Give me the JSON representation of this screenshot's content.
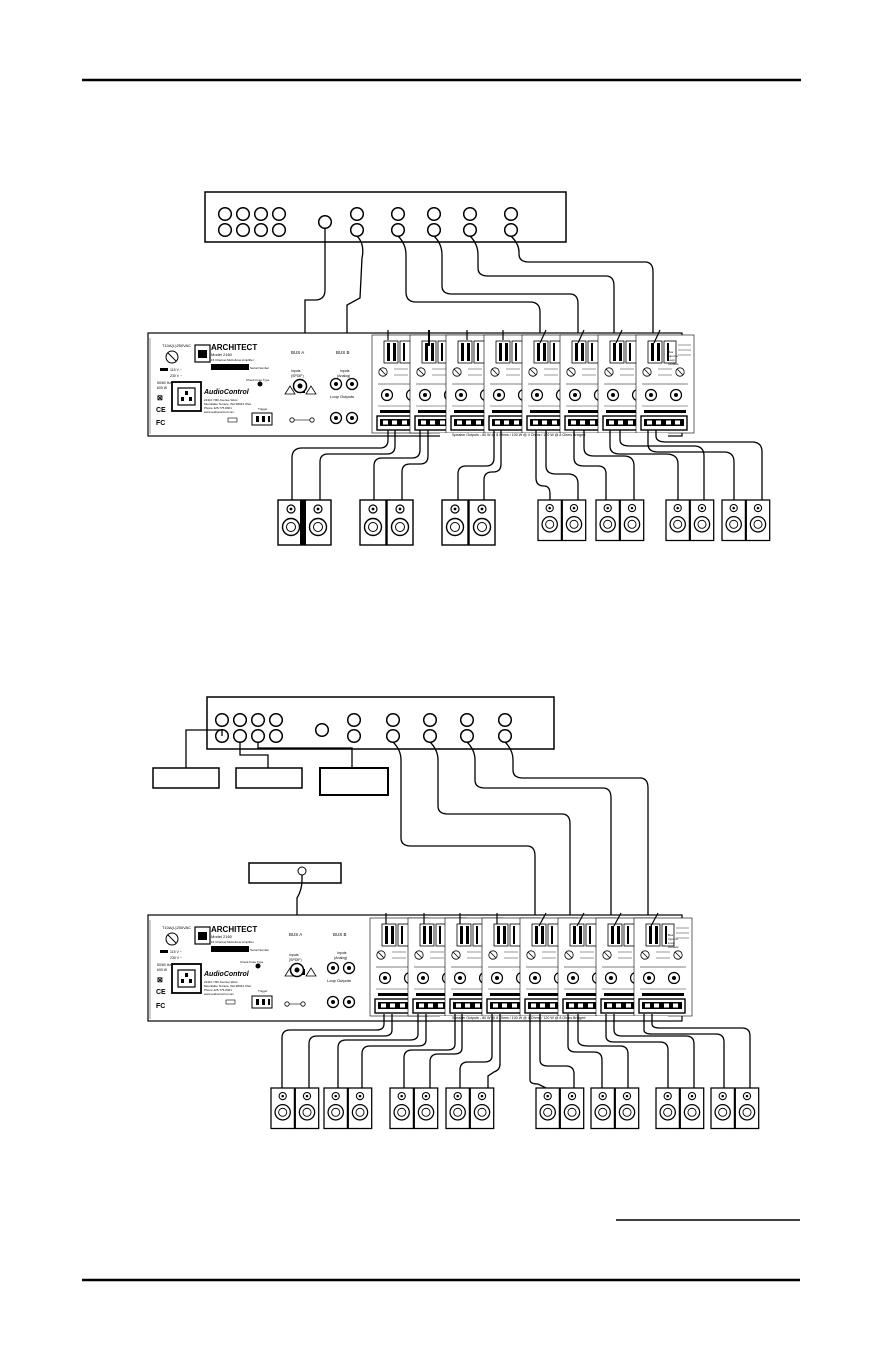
{
  "amplifier": {
    "brand": "ARCHITECT",
    "model": "Model 2160",
    "subtitle": "16 Channel Multi-Zone Amplifier",
    "maker": "AudioControl",
    "address_line1": "22410 70th Avenue West",
    "address_line2": "Mountlake Terrace, WA 98043 USA",
    "address_line3": "Phone 425.775.8461",
    "address_line4": "www.audiocontrol.com",
    "fuse_label": "T10A(L)250VAC",
    "voltage_115": "115 V ~",
    "voltage_230": "230 V ~",
    "power_line1": "50/60 Hz",
    "power_line2": "600 W",
    "bus_a": "BUS A",
    "bus_b": "BUS B",
    "input_label": "Inputs",
    "digital_label": "(SPDIF)",
    "analog_label": "(Analog)",
    "loop_outputs": "Loop Outputs",
    "speaker_outputs": "Speaker Outputs - 80 W @ 8 Ohms / 100 W @ 4 Ohms / 120 W @ 8 Ohms Bridged",
    "trigger_label": "Trigger",
    "channel_label": "Level",
    "side_note_1": "Bus",
    "side_note_2": "Input to",
    "side_note_3": "Loop",
    "side_note_4": "Outputs"
  },
  "colors": {
    "ink": "#000000",
    "paper": "#ffffff"
  }
}
